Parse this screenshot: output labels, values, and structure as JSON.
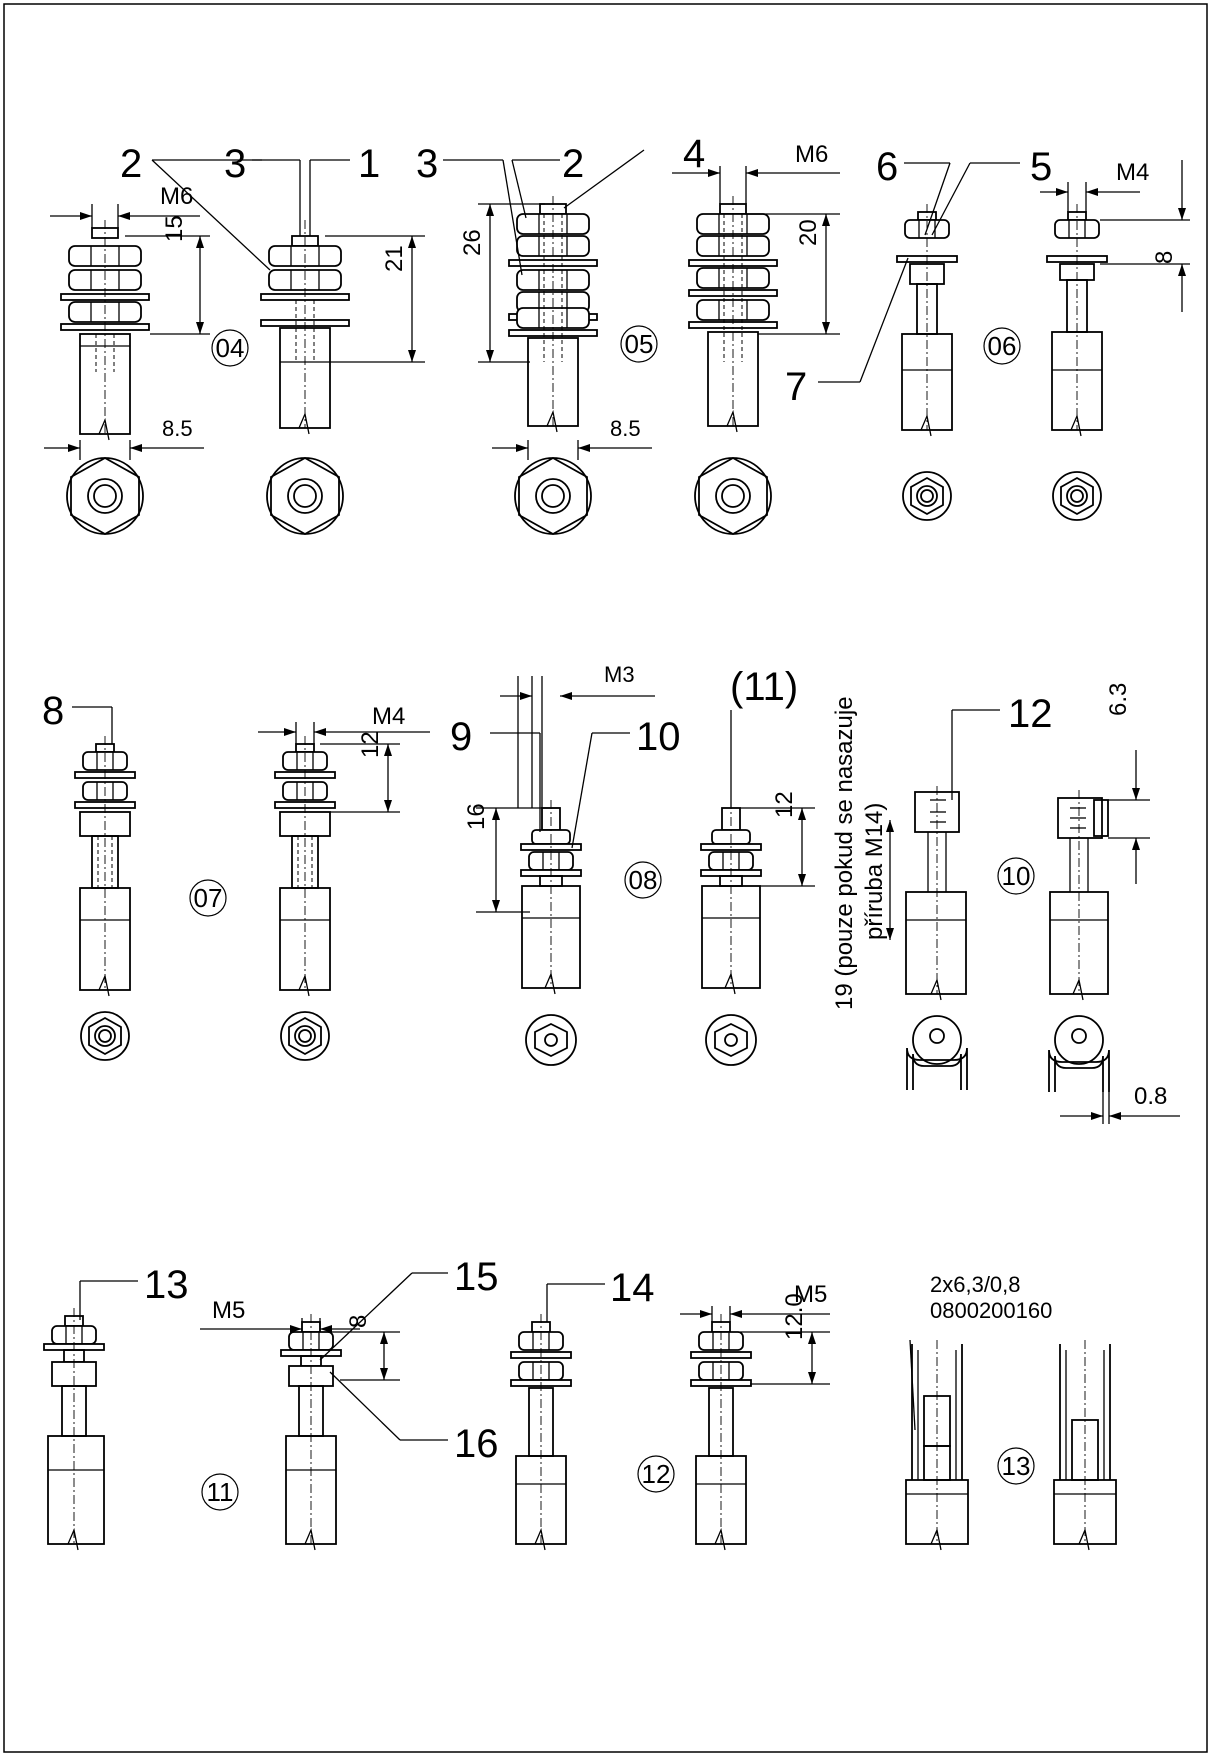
{
  "callouts": {
    "c1": "1",
    "c2a": "2",
    "c3a": "3",
    "c3b": "3",
    "c2b": "2",
    "c4": "4",
    "c6": "6",
    "c5": "5",
    "c7": "7",
    "c8": "8",
    "c9": "9",
    "c10": "10",
    "c11p": "(11)",
    "c12": "12",
    "c13": "13",
    "c15": "15",
    "c16": "16",
    "c14": "14"
  },
  "dims": {
    "m6a": "M6",
    "m6b": "M6",
    "m4a": "M4",
    "m4b": "M4",
    "m3": "M3",
    "m5a": "M5",
    "m5b": "M5",
    "d15": "15",
    "d21": "21",
    "d26": "26",
    "d20": "20",
    "d8a": "8",
    "d12a": "12",
    "d16": "16",
    "d12b": "12",
    "d63": "6.3",
    "d8b": "8",
    "d120": "12.0",
    "d85a": "8.5",
    "d85b": "8.5",
    "d08": "0.8"
  },
  "variants": {
    "v04": "04",
    "v05": "05",
    "v06": "06",
    "v07": "07",
    "v08": "08",
    "v10": "10",
    "v11": "11",
    "v12": "12",
    "v13": "13"
  },
  "notes": {
    "flange_line1": "19 (pouze pokud se nasazuje",
    "flange_line2": "příruba M14)",
    "tab_spec": "2x6,3/0,8",
    "tab_code": "0800200160"
  }
}
